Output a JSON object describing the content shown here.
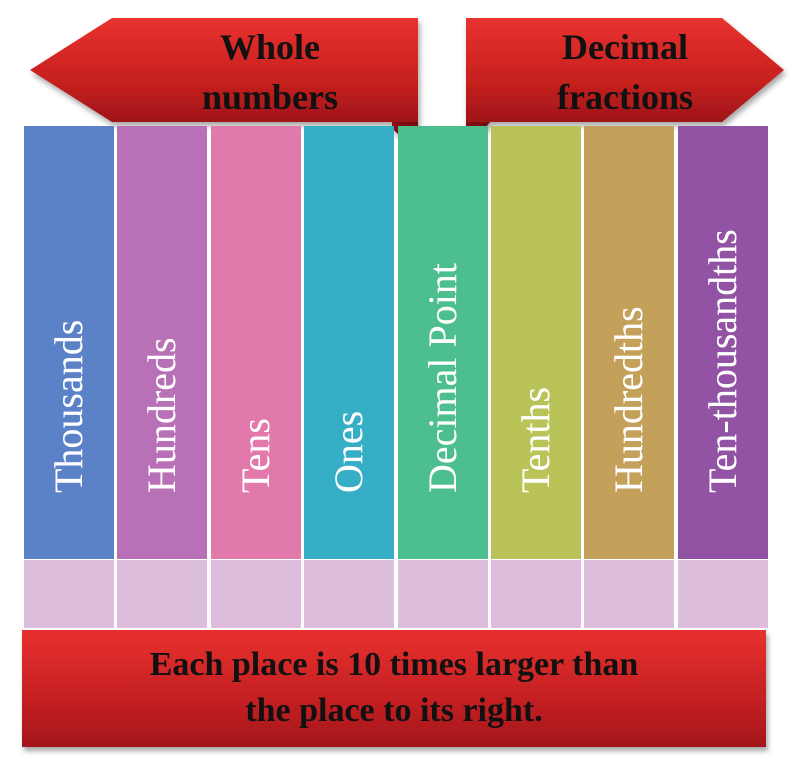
{
  "banners": {
    "left": {
      "lines": [
        "Whole",
        "numbers"
      ],
      "color": "#d6302c"
    },
    "right": {
      "lines": [
        "Decimal",
        "fractions"
      ],
      "color": "#d6302c"
    }
  },
  "place_values": [
    {
      "label": "Thousands",
      "color": "#5b82c6"
    },
    {
      "label": "Hundreds",
      "color": "#b870b6"
    },
    {
      "label": "Tens",
      "color": "#e279ab"
    },
    {
      "label": "Ones",
      "color": "#36aec6"
    },
    {
      "label": "Decimal Point",
      "color": "#4dbf8f"
    },
    {
      "label": "Tenths",
      "color": "#bac357"
    },
    {
      "label": "Hundredths",
      "color": "#c3a15b"
    },
    {
      "label": "Ten-thousandths",
      "color": "#9253a4"
    }
  ],
  "value_cell_color": "#ddbfdd",
  "footer": {
    "lines": [
      "Each place is 10 times larger than",
      "the place to its right."
    ],
    "color": "#d6302c"
  }
}
